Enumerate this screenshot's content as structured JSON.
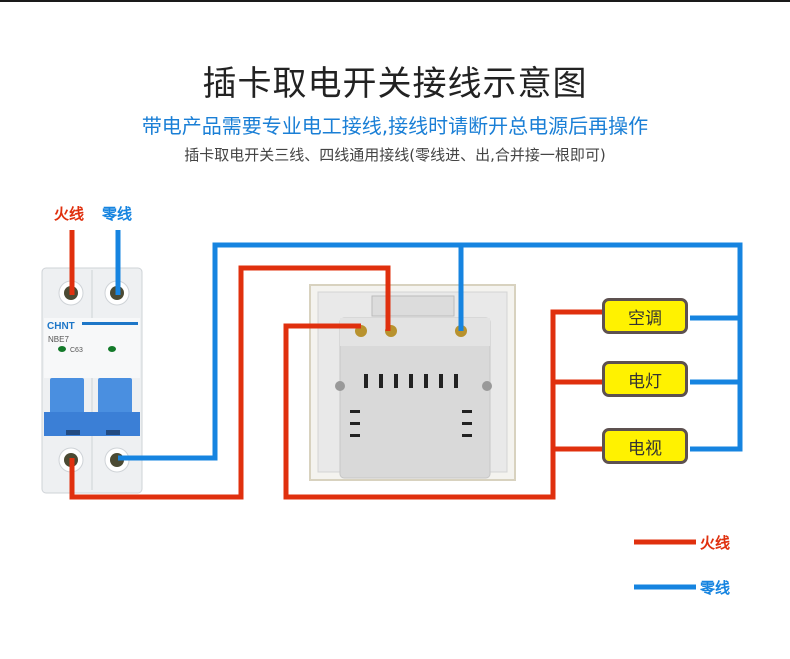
{
  "header": {
    "title": "插卡取电开关接线示意图",
    "subtitle_warning": "带电产品需要专业电工接线,接线时请断开总电源后再操作",
    "subtitle_note": "插卡取电开关三线、四线通用接线(零线进、出,合并接一根即可)"
  },
  "wire_labels": {
    "live": "火线",
    "neutral": "零线"
  },
  "breaker": {
    "brand": "CHNT",
    "model": "NBE7",
    "rating": "C63"
  },
  "loads": [
    {
      "label": "空调"
    },
    {
      "label": "电灯"
    },
    {
      "label": "电视"
    }
  ],
  "legend": [
    {
      "label": "火线",
      "color": "#e0300e"
    },
    {
      "label": "零线",
      "color": "#1684e0"
    }
  ],
  "colors": {
    "live": "#e0300e",
    "neutral": "#1684e0",
    "load_fill": "#fff200",
    "load_border": "#5d5150",
    "title": "#222222",
    "warning": "#1a7fd6"
  }
}
